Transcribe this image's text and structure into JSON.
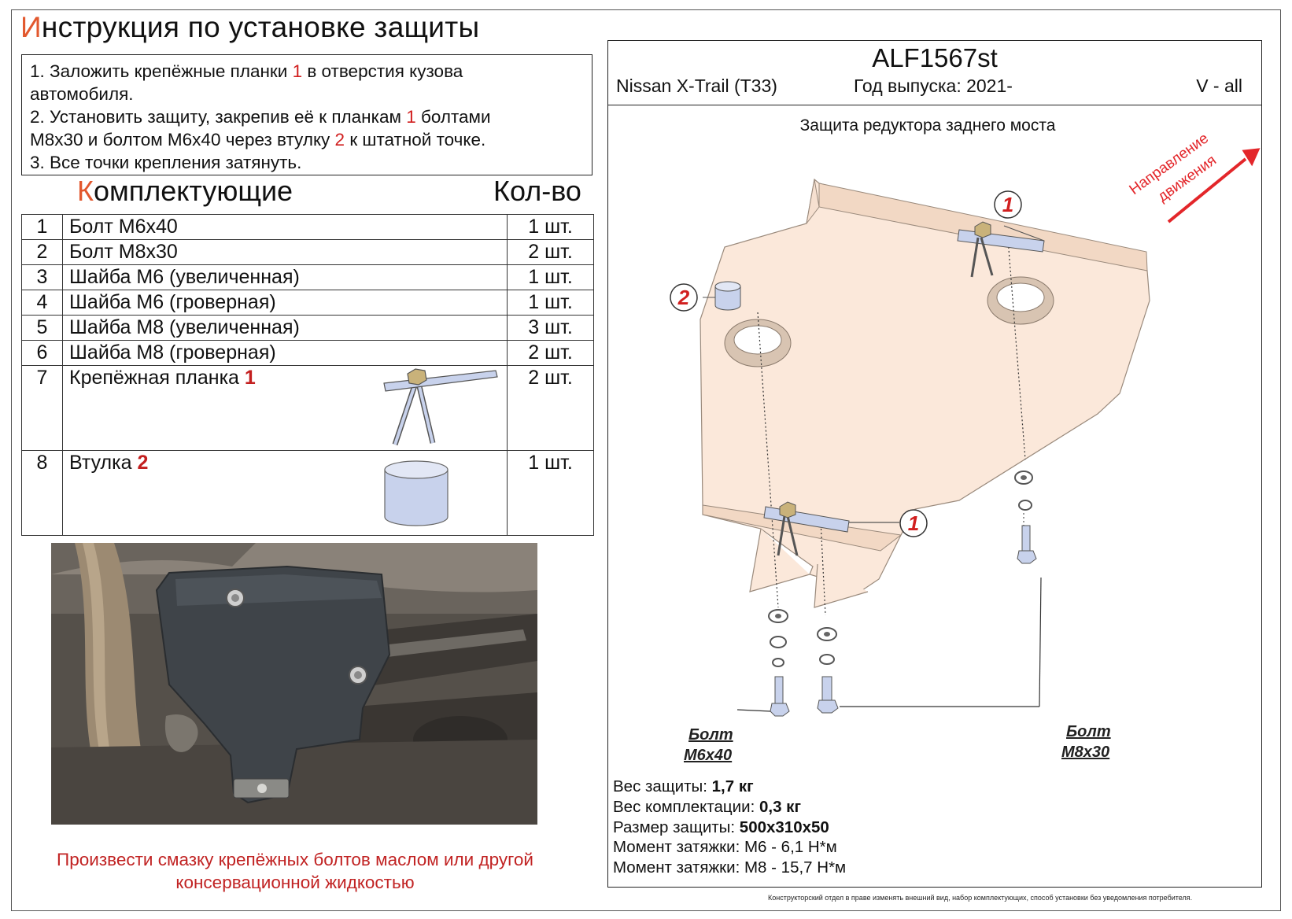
{
  "title": {
    "first_letter": "И",
    "rest": "нструкция по установке защиты"
  },
  "steps": {
    "s1_a": "1. Заложить крепёжные планки ",
    "s1_num": "1",
    "s1_b": " в отверстия кузова",
    "s1_c": "автомобиля.",
    "s2_a": "2. Установить защиту, закрепив её к планкам ",
    "s2_num": "1",
    "s2_b": " болтами",
    "s2_c": "М8х30 и болтом М6х40 через втулку ",
    "s2_num2": "2",
    "s2_d": " к штатной точке.",
    "s3": "3. Все точки крепления затянуть."
  },
  "kit": {
    "first_letter": "К",
    "rest": "омплектующие",
    "qty_header": "Кол-во"
  },
  "parts": [
    {
      "n": "1",
      "name": "Болт М6х40",
      "mark": "",
      "qty": "1 шт."
    },
    {
      "n": "2",
      "name": "Болт М8х30",
      "mark": "",
      "qty": "2 шт."
    },
    {
      "n": "3",
      "name": "Шайба М6 (увеличенная)",
      "mark": "",
      "qty": "1 шт."
    },
    {
      "n": "4",
      "name": "Шайба М6 (гроверная)",
      "mark": "",
      "qty": "1 шт."
    },
    {
      "n": "5",
      "name": "Шайба М8 (увеличенная)",
      "mark": "",
      "qty": "3 шт."
    },
    {
      "n": "6",
      "name": "Шайба М8 (гроверная)",
      "mark": "",
      "qty": "2 шт."
    },
    {
      "n": "7",
      "name": "Крепёжная планка ",
      "mark": "1",
      "qty": "2 шт."
    },
    {
      "n": "8",
      "name": "Втулка ",
      "mark": "2",
      "qty": "1 шт."
    }
  ],
  "note": "Произвести смазку крепёжных болтов маслом или другой консервационной жидкостью",
  "header": {
    "code": "ALF1567st",
    "vehicle": "Nissan X-Trail (T33)",
    "year": "Год выпуска: 2021-",
    "engine": "V - all"
  },
  "drawing": {
    "part_title": "Защита редуктора заднего моста",
    "direction_line1": "Направление",
    "direction_line2": "движения",
    "callout_1": "1",
    "callout_2": "2",
    "bolt_left_l1": "Болт",
    "bolt_left_l2": "М6х40",
    "bolt_right_l1": "Болт",
    "bolt_right_l2": "М8х30"
  },
  "specs": {
    "weight_label": "Вес защиты: ",
    "weight": "1,7 кг",
    "kit_weight_label": "Вес комплектации: ",
    "kit_weight": "0,3 кг",
    "size_label": "Размер защиты: ",
    "size": "500х310х50",
    "torque_m6": "Момент затяжки: М6 - 6,1 Н*м",
    "torque_m8": "Момент затяжки: М8 - 15,7 Н*м"
  },
  "disclaimer": "Конструкторский отдел в праве изменять внешний вид, набор комплектующих, способ установки без уведомления потребителя.",
  "colors": {
    "accent_orange": "#e2582e",
    "accent_red": "#d11f1f",
    "plate_fill": "#fbe8da",
    "hardware_blue": "#c8d2ec"
  }
}
